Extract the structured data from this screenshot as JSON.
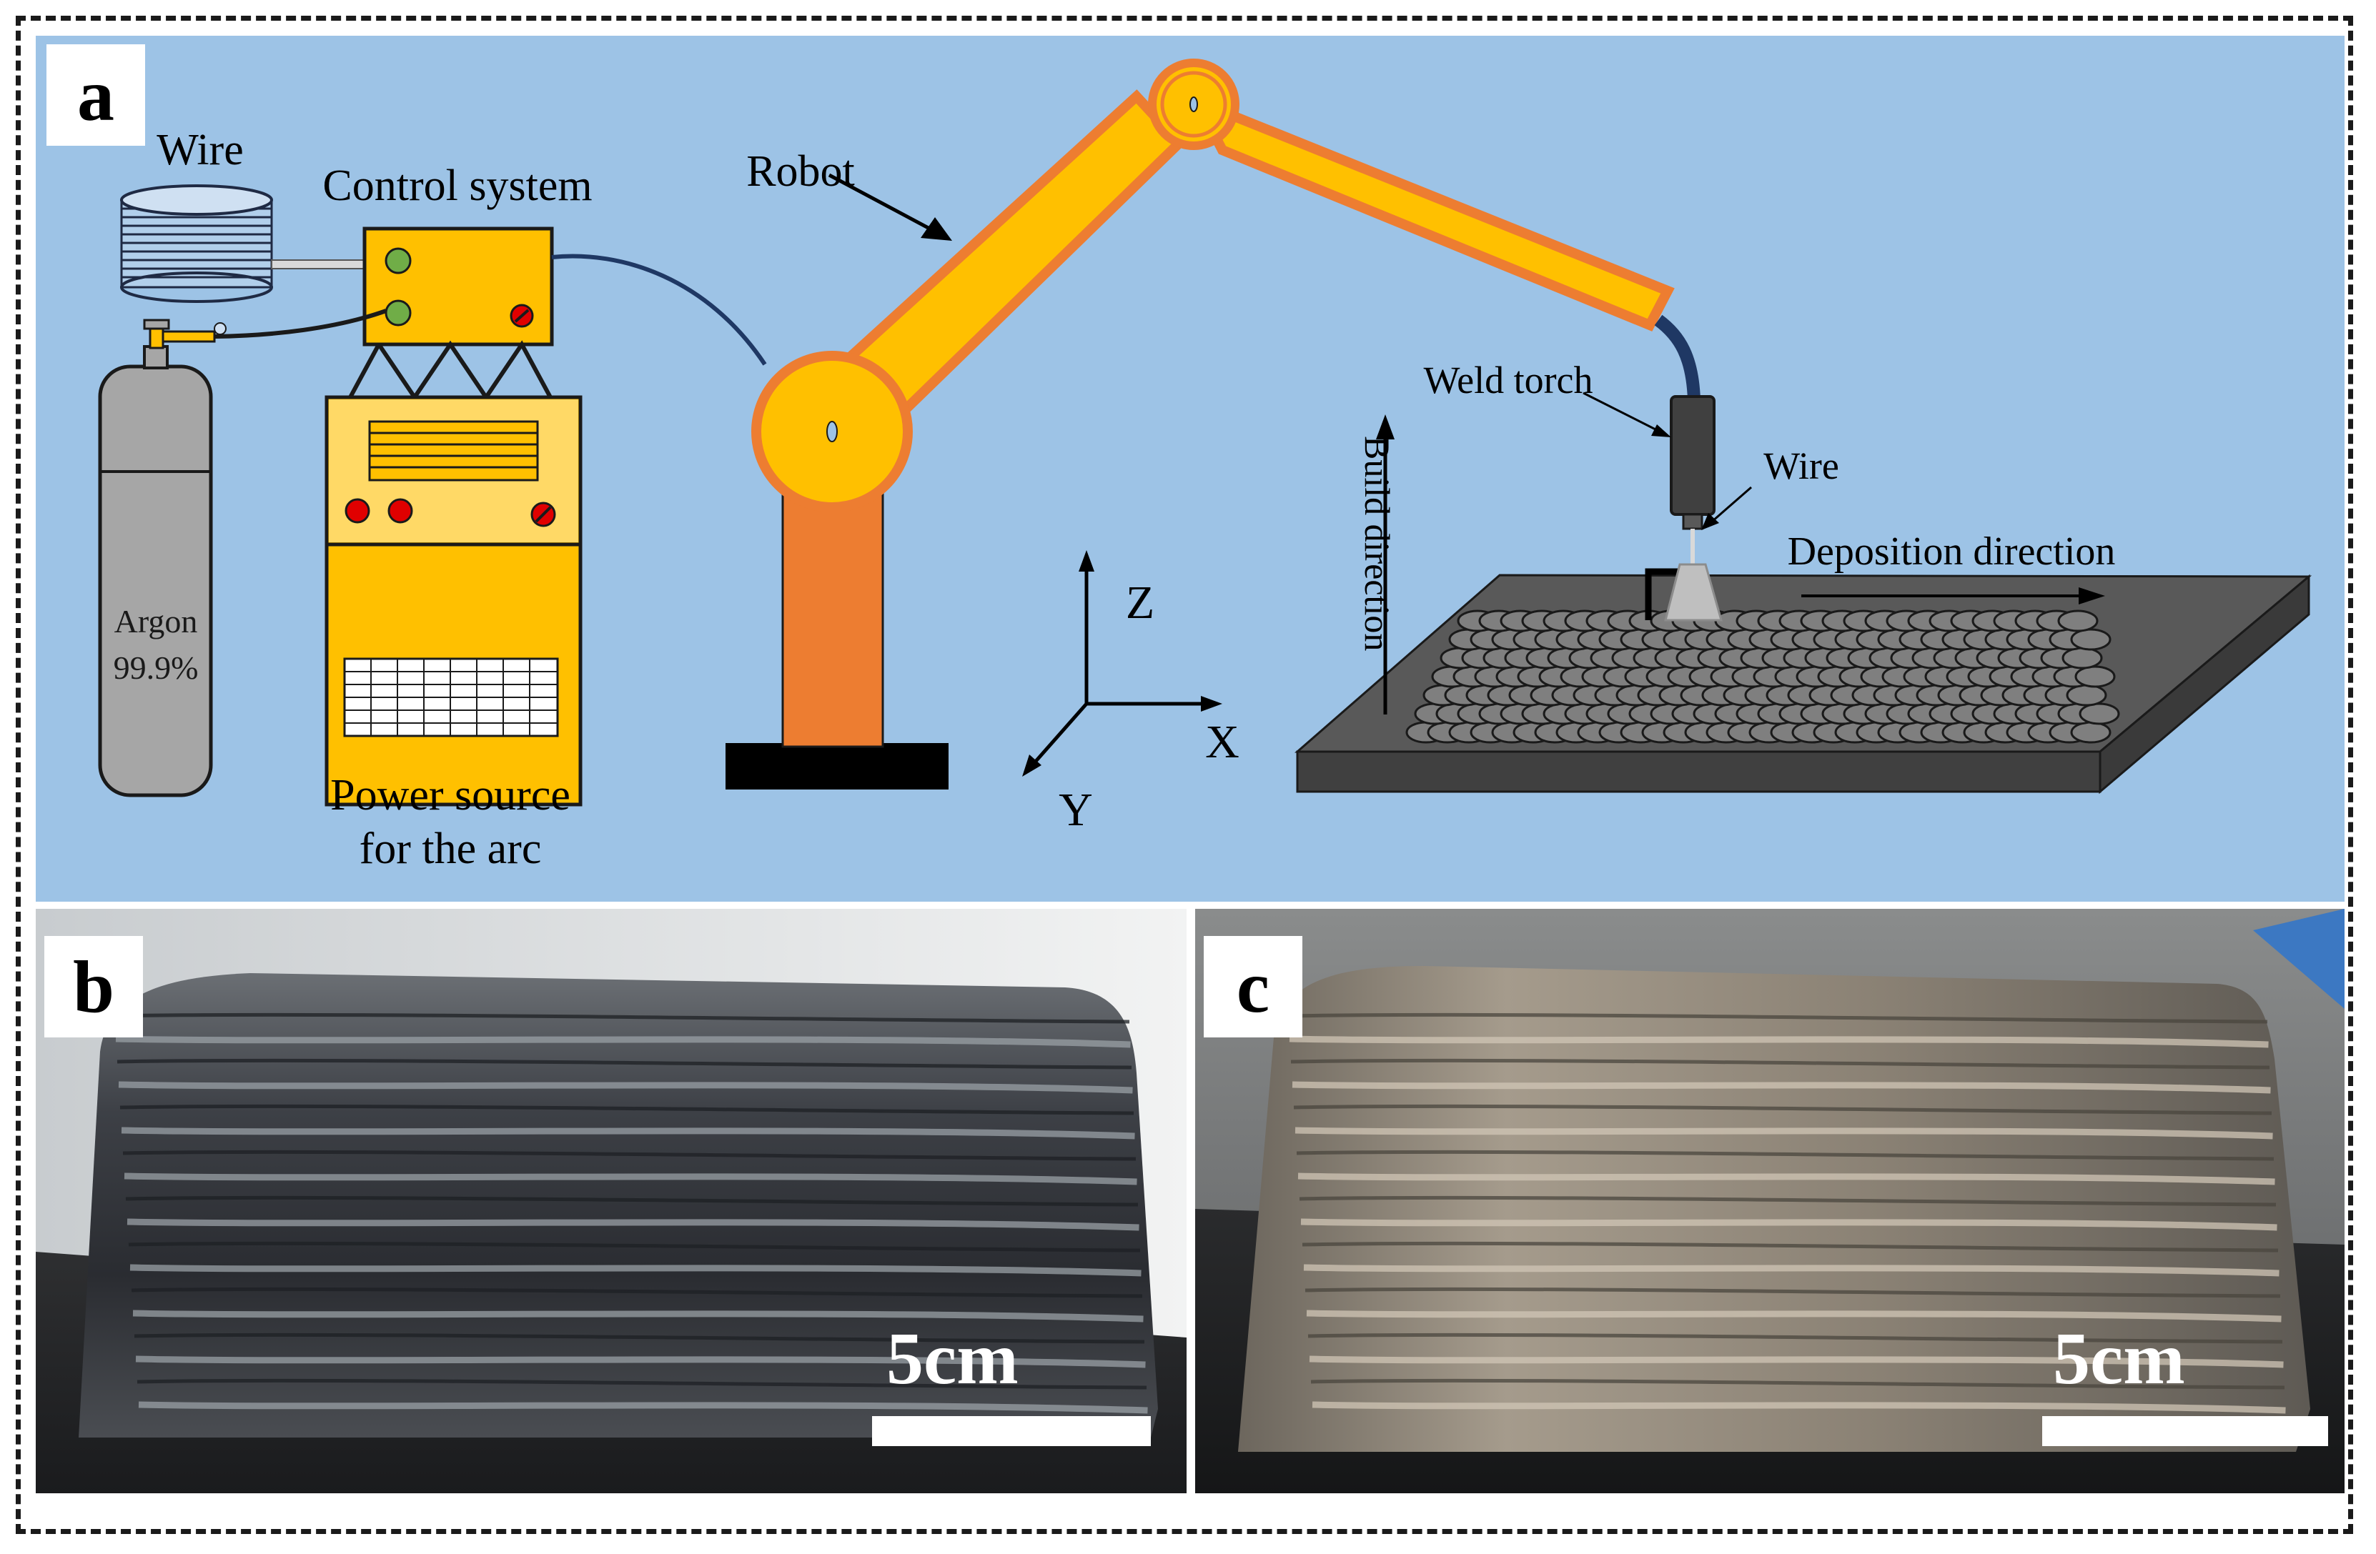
{
  "panels": {
    "a": {
      "letter": "a",
      "labels": {
        "wire_spool": "Wire",
        "control_system": "Control system",
        "robot": "Robot",
        "weld_torch": "Weld torch",
        "wire_tip": "Wire",
        "build_direction": "Build direction",
        "deposition_direction": "Deposition direction",
        "argon_line1": "Argon",
        "argon_line2": "99.9%",
        "power_line1": "Power source",
        "power_line2": "for the arc",
        "axis_z": "Z",
        "axis_x": "X",
        "axis_y": "Y"
      }
    },
    "b": {
      "letter": "b",
      "scale_label": "5cm"
    },
    "c": {
      "letter": "c",
      "scale_label": "5cm"
    }
  },
  "colors": {
    "background_a": "#9dc3e6",
    "robot_arm": "#ffc000",
    "robot_outline": "#ed7d31",
    "robot_base_column": "#ed7d31",
    "cylinder": "#a6a6a6",
    "substrate_top": "#595959",
    "substrate_side": "#404040",
    "weld_bead": "#7f7f7f",
    "power_box": "#ffc000",
    "power_panel_upper": "#ffd966"
  }
}
